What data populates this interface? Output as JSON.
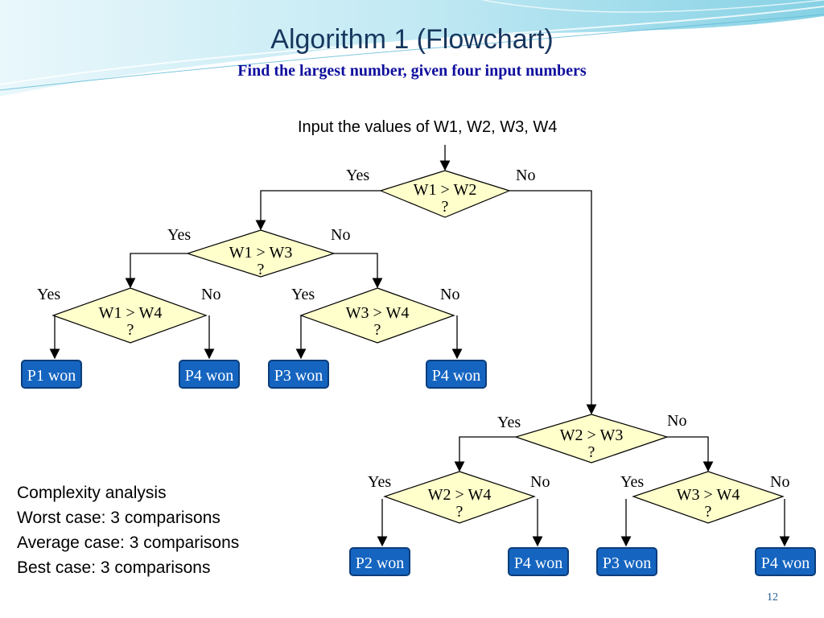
{
  "title": "Algorithm 1 (Flowchart)",
  "subtitle": "Find the largest number, given four input numbers",
  "input_text": "Input the values of W1, W2, W3, W4",
  "decisions": {
    "d1": {
      "line1": "W1 > W2",
      "line2": "?"
    },
    "d2": {
      "line1": "W1 > W3",
      "line2": "?"
    },
    "d3": {
      "line1": "W1 > W4",
      "line2": "?"
    },
    "d4": {
      "line1": "W3 > W4",
      "line2": "?"
    },
    "d5": {
      "line1": "W2 > W3",
      "line2": "?"
    },
    "d6": {
      "line1": "W2 > W4",
      "line2": "?"
    },
    "d7": {
      "line1": "W3 > W4",
      "line2": "?"
    }
  },
  "branch_labels": {
    "yes": "Yes",
    "no": "No"
  },
  "outcomes": {
    "o1": "P1 won",
    "o2": "P4 won",
    "o3": "P3 won",
    "o4": "P4 won",
    "o5": "P2 won",
    "o6": "P4 won",
    "o7": "P3 won",
    "o8": "P4 won"
  },
  "complexity": {
    "heading": "Complexity analysis",
    "worst": "Worst case: 3 comparisons",
    "average": "Average case: 3 comparisons",
    "best": "Best case: 3 comparisons"
  },
  "page_number": "12",
  "colors": {
    "title": "#17375e",
    "subtitle": "#0f0f9e",
    "diamond_fill": "#ffffcc",
    "outcome_fill": "#1565c0",
    "header_wave": "#9fd9ea"
  }
}
